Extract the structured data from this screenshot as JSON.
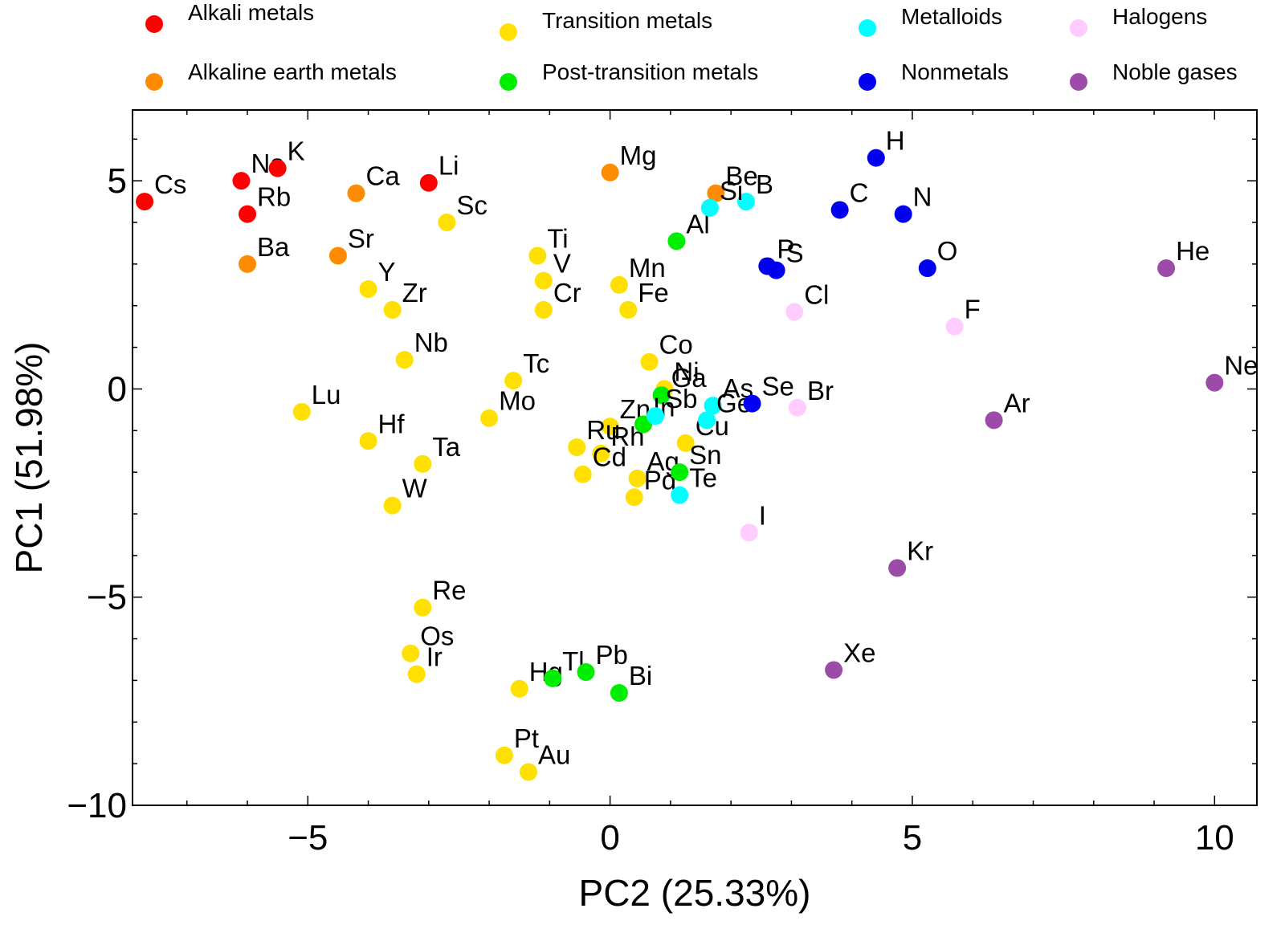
{
  "chart_data": {
    "type": "scatter",
    "title": "",
    "xlabel": "PC2 (25.33%)",
    "ylabel": "PC1 (51.98%)",
    "xlim": [
      -7.9,
      10.7
    ],
    "ylim": [
      -10,
      6.7
    ],
    "xticks": [
      -5,
      0,
      5,
      10
    ],
    "yticks": [
      -10,
      -5,
      0,
      5
    ],
    "xtick_labels": [
      "−5",
      "0",
      "5",
      "10"
    ],
    "ytick_labels": [
      "−10",
      "−5",
      "0",
      "5"
    ],
    "legend_position": "top",
    "grid": false,
    "series": [
      {
        "name": "Alkali metals",
        "color": "#ff0000",
        "points": [
          {
            "label": "Cs",
            "x": -7.7,
            "y": 4.5
          },
          {
            "label": "Na",
            "x": -6.1,
            "y": 5.0
          },
          {
            "label": "Rb",
            "x": -6.0,
            "y": 4.2
          },
          {
            "label": "K",
            "x": -5.5,
            "y": 5.3
          },
          {
            "label": "Li",
            "x": -3.0,
            "y": 4.95
          }
        ]
      },
      {
        "name": "Alkaline earth metals",
        "color": "#ff8c00",
        "points": [
          {
            "label": "Ba",
            "x": -6.0,
            "y": 3.0
          },
          {
            "label": "Ca",
            "x": -4.2,
            "y": 4.7
          },
          {
            "label": "Sr",
            "x": -4.5,
            "y": 3.2
          },
          {
            "label": "Mg",
            "x": 0.0,
            "y": 5.2
          },
          {
            "label": "Be",
            "x": 1.75,
            "y": 4.7
          }
        ]
      },
      {
        "name": "Transition metals",
        "color": "#ffe000",
        "points": [
          {
            "label": "Sc",
            "x": -2.7,
            "y": 4.0
          },
          {
            "label": "Ti",
            "x": -1.2,
            "y": 3.2
          },
          {
            "label": "V",
            "x": -1.1,
            "y": 2.6
          },
          {
            "label": "Cr",
            "x": -1.1,
            "y": 1.9
          },
          {
            "label": "Mn",
            "x": 0.15,
            "y": 2.5
          },
          {
            "label": "Fe",
            "x": 0.3,
            "y": 1.9
          },
          {
            "label": "Co",
            "x": 0.65,
            "y": 0.65
          },
          {
            "label": "Ni",
            "x": 0.9,
            "y": 0.0
          },
          {
            "label": "Cu",
            "x": 1.25,
            "y": -1.3
          },
          {
            "label": "Zn",
            "x": 0.0,
            "y": -0.9
          },
          {
            "label": "Y",
            "x": -4.0,
            "y": 2.4
          },
          {
            "label": "Zr",
            "x": -3.6,
            "y": 1.9
          },
          {
            "label": "Nb",
            "x": -3.4,
            "y": 0.7
          },
          {
            "label": "Mo",
            "x": -2.0,
            "y": -0.7
          },
          {
            "label": "Tc",
            "x": -1.6,
            "y": 0.2
          },
          {
            "label": "Ru",
            "x": -0.55,
            "y": -1.4
          },
          {
            "label": "Rh",
            "x": -0.15,
            "y": -1.55
          },
          {
            "label": "Pd",
            "x": 0.4,
            "y": -2.6
          },
          {
            "label": "Ag",
            "x": 0.45,
            "y": -2.15
          },
          {
            "label": "Cd",
            "x": -0.45,
            "y": -2.05
          },
          {
            "label": "Lu",
            "x": -5.1,
            "y": -0.55
          },
          {
            "label": "Hf",
            "x": -4.0,
            "y": -1.25
          },
          {
            "label": "Ta",
            "x": -3.1,
            "y": -1.8
          },
          {
            "label": "W",
            "x": -3.6,
            "y": -2.8
          },
          {
            "label": "Re",
            "x": -3.1,
            "y": -5.25
          },
          {
            "label": "Os",
            "x": -3.3,
            "y": -6.35
          },
          {
            "label": "Ir",
            "x": -3.2,
            "y": -6.85
          },
          {
            "label": "Hg",
            "x": -1.5,
            "y": -7.2
          },
          {
            "label": "Pt",
            "x": -1.75,
            "y": -8.8
          },
          {
            "label": "Au",
            "x": -1.35,
            "y": -9.2
          }
        ]
      },
      {
        "name": "Post-transition metals",
        "color": "#00ee00",
        "points": [
          {
            "label": "Al",
            "x": 1.1,
            "y": 3.55
          },
          {
            "label": "Ga",
            "x": 0.85,
            "y": -0.15
          },
          {
            "label": "In",
            "x": 0.55,
            "y": -0.85
          },
          {
            "label": "Sn",
            "x": 1.15,
            "y": -2.0
          },
          {
            "label": "Tl",
            "x": -0.95,
            "y": -6.95
          },
          {
            "label": "Pb",
            "x": -0.4,
            "y": -6.8
          },
          {
            "label": "Bi",
            "x": 0.15,
            "y": -7.3
          }
        ]
      },
      {
        "name": "Metalloids",
        "color": "#00ffff",
        "points": [
          {
            "label": "B",
            "x": 2.25,
            "y": 4.5
          },
          {
            "label": "Si",
            "x": 1.65,
            "y": 4.35
          },
          {
            "label": "As",
            "x": 1.7,
            "y": -0.4
          },
          {
            "label": "Ge",
            "x": 1.6,
            "y": -0.75
          },
          {
            "label": "Sb",
            "x": 0.75,
            "y": -0.65
          },
          {
            "label": "Te",
            "x": 1.15,
            "y": -2.55
          }
        ]
      },
      {
        "name": "Nonmetals",
        "color": "#0000ee",
        "points": [
          {
            "label": "H",
            "x": 4.4,
            "y": 5.55
          },
          {
            "label": "C",
            "x": 3.8,
            "y": 4.3
          },
          {
            "label": "N",
            "x": 4.85,
            "y": 4.2
          },
          {
            "label": "O",
            "x": 5.25,
            "y": 2.9
          },
          {
            "label": "P",
            "x": 2.6,
            "y": 2.95
          },
          {
            "label": "S",
            "x": 2.75,
            "y": 2.85
          },
          {
            "label": "Se",
            "x": 2.35,
            "y": -0.35
          }
        ]
      },
      {
        "name": "Halogens",
        "color": "#ffccff",
        "points": [
          {
            "label": "F",
            "x": 5.7,
            "y": 1.5
          },
          {
            "label": "Cl",
            "x": 3.05,
            "y": 1.85
          },
          {
            "label": "Br",
            "x": 3.1,
            "y": -0.45
          },
          {
            "label": "I",
            "x": 2.3,
            "y": -3.45
          }
        ]
      },
      {
        "name": "Noble gases",
        "color": "#9c4ca8",
        "points": [
          {
            "label": "He",
            "x": 9.2,
            "y": 2.9
          },
          {
            "label": "Ne",
            "x": 10.0,
            "y": 0.15
          },
          {
            "label": "Ar",
            "x": 6.35,
            "y": -0.75
          },
          {
            "label": "Kr",
            "x": 4.75,
            "y": -4.3
          },
          {
            "label": "Xe",
            "x": 3.7,
            "y": -6.75
          }
        ]
      }
    ]
  }
}
